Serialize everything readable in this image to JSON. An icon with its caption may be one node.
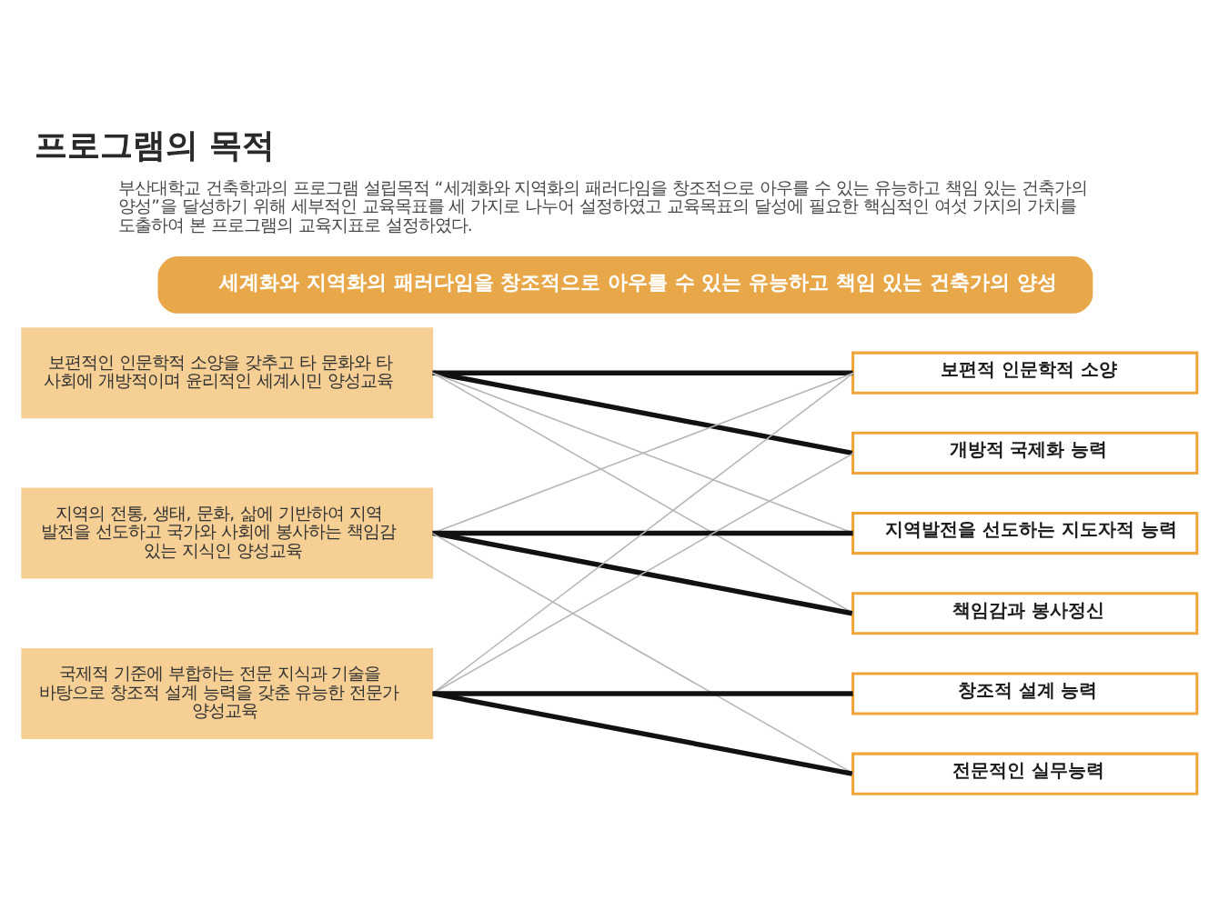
{
  "diagram": {
    "title": "프로그램의 목적",
    "nodes": [
      {
        "text": [
          "세계화와 지역화의 패러다임을 창조적으로 아우를 수 있는 유능하고 책임 있는 건축가의 양성"
        ]
      },
      {
        "text": [
          "보편적인 인문학적 소양을 갖추고 타 문화와 타 사회에 개방적이며 윤리적인 세계시민 양성교육"
        ]
      },
      {
        "text": [
          "지역의 전통, 생태, 문화, 삶에 기반하여 지역 발전을 선도하고 국가와 사회에 봉사하는 책임감 있는 지식인 양성교육"
        ]
      },
      {
        "text": [
          "국제적 기준에 부합하는 전문 지식과 기술을 바탕으로 창조적 설계 능력을 갖춘 유능한 전문가 양성교육"
        ]
      },
      {
        "text": [
          "보편적 인문학적 소양"
        ]
      },
      {
        "text": [
          "개방적 국제화 능력"
        ]
      },
      {
        "text": [
          "지역발전을 선도하는 지도자적 능력"
        ]
      },
      {
        "text": [
          "책임감과 봉사정신"
        ]
      },
      {
        "text": [
          "창조적 설계 능력"
        ]
      },
      {
        "text": [
          "전문적인 실무능력"
        ]
      }
    ],
    "edges": [
      {
        "from": 1,
        "to": 4,
        "arrow": "none",
        "style": "thick"
      },
      {
        "from": 1,
        "to": 5,
        "arrow": "none",
        "style": "thick"
      },
      {
        "from": 1,
        "to": 6,
        "arrow": "none",
        "color": "#b5b5b5"
      },
      {
        "from": 1,
        "to": 7,
        "arrow": "none",
        "color": "#b5b5b5"
      },
      {
        "from": 2,
        "to": 4,
        "arrow": "none",
        "color": "#b5b5b5"
      },
      {
        "from": 2,
        "to": 6,
        "arrow": "none",
        "style": "thick"
      },
      {
        "from": 2,
        "to": 7,
        "arrow": "none",
        "style": "thick"
      },
      {
        "from": 2,
        "to": 9,
        "arrow": "none",
        "color": "#b5b5b5"
      },
      {
        "from": 3,
        "to": 4,
        "arrow": "none",
        "color": "#b5b5b5"
      },
      {
        "from": 3,
        "to": 5,
        "arrow": "none",
        "color": "#b5b5b5"
      },
      {
        "from": 3,
        "to": 8,
        "arrow": "none",
        "style": "thick"
      },
      {
        "from": 3,
        "to": 9,
        "arrow": "none",
        "style": "thick"
      }
    ],
    "labels": [
      "부산대학교 건축학과의 프로그램 설립목적 “세계화와 지역화의 패러다임을 창조적으로 아우를 수 있는 유능하고 책임 있는 건축가의 양성”을 달성하기 위해 세부적인 교육목표를 세 가지로 나누어 설정하였고 교육목표의 달성에 필요한 핵심적인 여섯 가지의 가치를 도출하여 본 프로그램의 교육지표로 설정하였다."
    ]
  }
}
